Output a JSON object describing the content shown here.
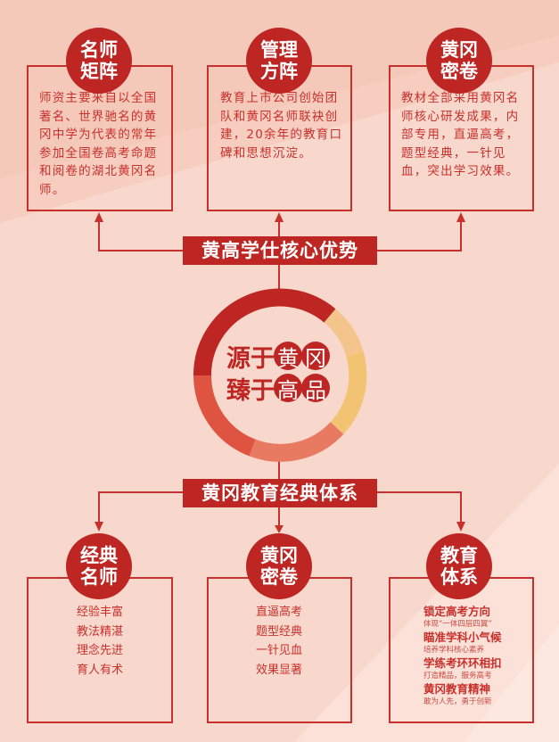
{
  "top_section": {
    "banner": "黄高学仕核心优势",
    "cards": [
      {
        "badge_line1": "名师",
        "badge_line2": "矩阵",
        "description": "师资主要来自以全国著名、世界驰名的黄冈中学为代表的常年参加全国卷高考命题和阅卷的湖北黄冈名师。"
      },
      {
        "badge_line1": "管理",
        "badge_line2": "方阵",
        "description": "教育上市公司创始团队和黄冈名师联袂创建，20余年的教育口碑和思想沉淀。"
      },
      {
        "badge_line1": "黄冈",
        "badge_line2": "密卷",
        "description": "教材全部采用黄冈名师核心研发成果，内部专用，直逼高考，题型经典，一针见血，突出学习效果。"
      }
    ]
  },
  "center": {
    "line1_plain": "源于",
    "line1_circles": [
      "黄",
      "冈"
    ],
    "line2_plain": "臻于",
    "line2_circles": [
      "高",
      "品"
    ],
    "ring_colors": {
      "dark_red": "#bd2622",
      "peach": "#f3c58c",
      "yellow": "#f3c374",
      "salmon": "#e97a62",
      "orange_red": "#de5440"
    }
  },
  "bottom_section": {
    "banner": "黄冈教育经典体系",
    "cards": [
      {
        "badge_line1": "经典",
        "badge_line2": "名师",
        "items": [
          "经验丰富",
          "教法精湛",
          "理念先进",
          "育人有术"
        ]
      },
      {
        "badge_line1": "黄冈",
        "badge_line2": "密卷",
        "items": [
          "直逼高考",
          "题型经典",
          "一针见血",
          "效果显著"
        ]
      },
      {
        "badge_line1": "教育",
        "badge_line2": "体系",
        "items": [
          {
            "heading": "锁定高考方向",
            "sub": "体现“一体四层四翼”"
          },
          {
            "heading": "瞄准学科小气候",
            "sub": "培养学科核心素养"
          },
          {
            "heading": "学练考环环相扣",
            "sub": "打造精品，服务高考"
          },
          {
            "heading": "黄冈教育精神",
            "sub": "敢为人先，勇于创新"
          }
        ]
      }
    ]
  },
  "colors": {
    "primary_red": "#bd2622",
    "line_red": "#c8312b",
    "background": "#f8d8cc"
  }
}
